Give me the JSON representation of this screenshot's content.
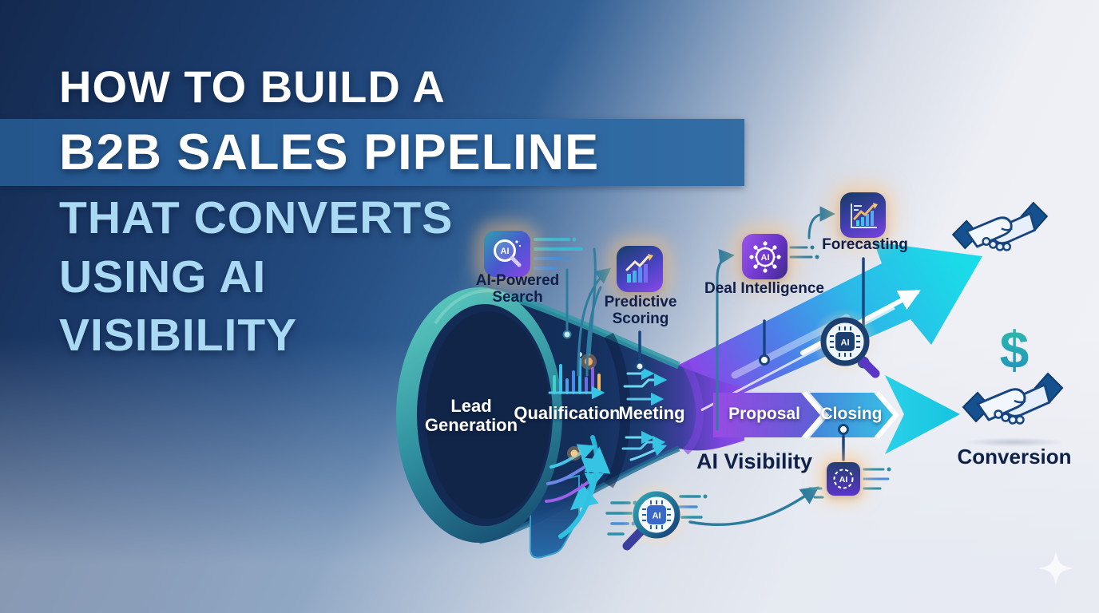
{
  "title": {
    "line1": "HOW TO BUILD A",
    "line2": "B2B SALES PIPELINE",
    "line3": "THAT CONVERTS",
    "line4": "USING AI",
    "line5": "VISIBILITY"
  },
  "pipeline": {
    "stages": [
      {
        "label": "Lead Generation"
      },
      {
        "label": "Qualification"
      },
      {
        "label": "Meeting"
      },
      {
        "label": "Proposal"
      },
      {
        "label": "Closing"
      }
    ],
    "visibility_label": "AI Visibility",
    "outcome_label": "Conversion"
  },
  "ai_features": [
    {
      "label": "AI-Powered Search"
    },
    {
      "label": "Predictive Scoring"
    },
    {
      "label": "Deal Intelligence"
    },
    {
      "label": "Forecasting"
    }
  ],
  "badges": {
    "ai": "AI",
    "dollar": "$"
  },
  "colors": {
    "background_dark": "#16325f",
    "background_light": "#f0f1f6",
    "banner_blue": "#2c64a0",
    "headline_white": "#ffffff",
    "headline_light_blue": "#a9d9f3",
    "label_navy": "#101f49",
    "funnel_navy": "#132a55",
    "funnel_teal": "#2f8fa0",
    "accent_purple": "#7b3fe0",
    "accent_cyan": "#22c7e6",
    "glow_orange": "#ffc480"
  }
}
